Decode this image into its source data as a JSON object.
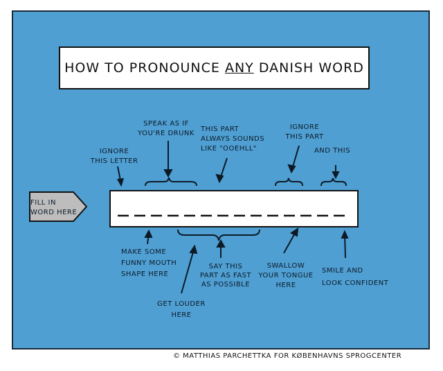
{
  "title": {
    "prefix": "How to pronounce ",
    "emphasis": "any",
    "suffix": " Danish word"
  },
  "input_label": "Fill in\nword here",
  "annotations_top": [
    "Ignore\nthis letter",
    "Speak as if\nyou're drunk",
    "This part\nalways sounds\nlike \"ooehll\"",
    "Ignore\nthis part",
    "And this"
  ],
  "annotations_bottom": [
    "Make some\nfunny mouth\nshape here",
    "Get louder\nhere",
    "Say this\npart as fast\nas possible",
    "Swallow\nyour tongue\nhere",
    "Smile and\nlook confident"
  ],
  "footer": "© Matthias Parchettka for Københavns Sprogcenter",
  "colors": {
    "background": "#4f9fd3",
    "ink": "#111111"
  }
}
